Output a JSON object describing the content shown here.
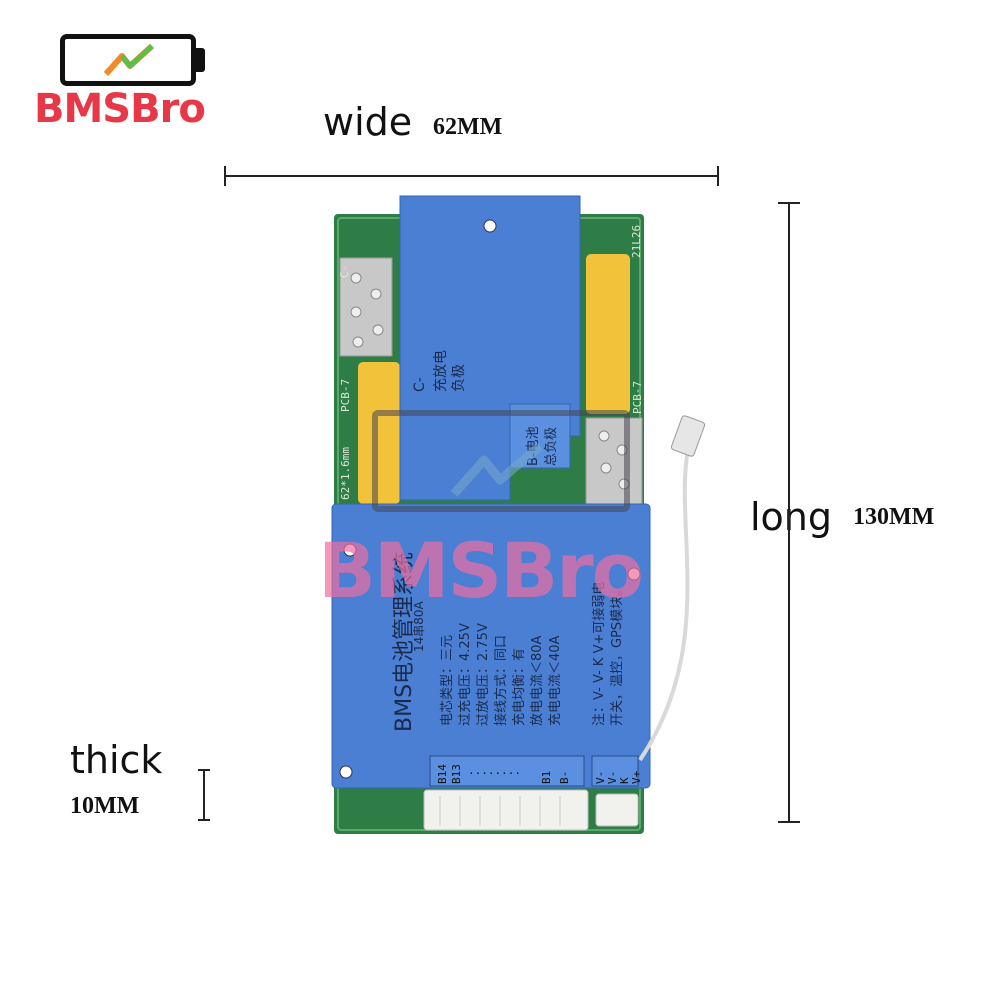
{
  "logo": {
    "brand": "BMSBro",
    "colors": {
      "text": "#e83848",
      "battery_outline": "#111111",
      "bolt_green": "#5bbf4a",
      "bolt_orange": "#f08a2a"
    }
  },
  "dimensions": {
    "wide_label": "wide",
    "wide_value": "62MM",
    "long_label": "long",
    "long_value": "130MM",
    "thick_label": "thick",
    "thick_value": "10MM"
  },
  "board": {
    "colors": {
      "pcb": "#2e7d46",
      "sticker": "#4a7fd4",
      "pad": "#f2c23a",
      "metal": "#c8c8c8"
    },
    "top_sticker_lines": [
      "C-",
      "充放电",
      "负极"
    ],
    "b_sticker_lines": [
      "B-电池",
      "总负极"
    ],
    "pcb_labels": [
      "C-",
      "PCB-7",
      "PCB-7",
      "62*1.6mm",
      "21L26"
    ],
    "main_title": "BMS电池管理系统",
    "main_subtitle": "14串80A",
    "spec_lines": [
      "电芯类型：三元",
      "过充电压：4.25V",
      "过放电压：2.75V",
      "接线方式：同口",
      "充电均衡：有",
      "放电电流＜80A",
      "充电电流＜40A"
    ],
    "note_lines": [
      "注：V- V- K V+可接弱电",
      "开关，温控，GPS模块。"
    ],
    "connector_labels": {
      "b14": "B14",
      "b13": "B13",
      "dots": "........",
      "b1": "B1",
      "b_minus": "B-"
    },
    "port_labels": [
      "V-",
      "V-",
      "K",
      "V+"
    ]
  },
  "watermark": {
    "text": "BMSBro"
  }
}
